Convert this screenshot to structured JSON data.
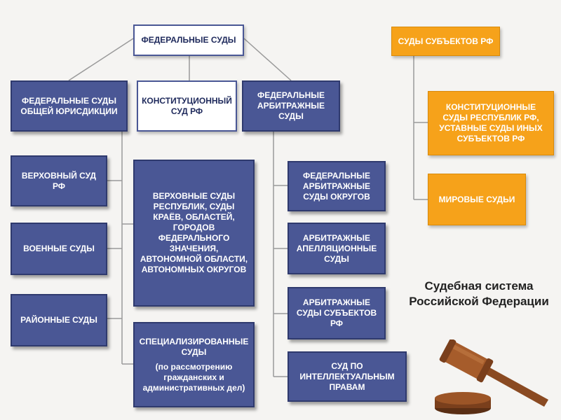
{
  "federal": {
    "title": "ФЕДЕРАЛЬНЫЕ СУДЫ",
    "general_jurisdiction": "ФЕДЕРАЛЬНЫЕ СУДЫ ОБЩЕЙ ЮРИСДИКЦИИ",
    "constitutional": "КОНСТИТУЦИОННЫЙ СУД РФ",
    "arbitration": "ФЕДЕРАЛЬНЫЕ АРБИТРАЖНЫЕ СУДЫ"
  },
  "general_courts": {
    "supreme": "ВЕРХОВНЫЙ СУД РФ",
    "military": "ВОЕННЫЕ СУДЫ",
    "district": "РАЙОННЫЕ СУДЫ",
    "regional": "ВЕРХОВНЫЕ СУДЫ РЕСПУБЛИК, СУДЫ КРАЁВ, ОБЛАСТЕЙ, ГОРОДОВ ФЕДЕРАЛЬНОГО ЗНАЧЕНИЯ, АВТОНОМНОЙ ОБЛАСТИ, АВТОНОМНЫХ ОКРУГОВ",
    "specialized_title": "СПЕЦИАЛИЗИРОВАННЫЕ СУДЫ",
    "specialized_note": "(по рассмотрению гражданских и административных дел)"
  },
  "arbitration_courts": {
    "districts": "ФЕДЕРАЛЬНЫЕ АРБИТРАЖНЫЕ СУДЫ ОКРУГОВ",
    "appeal": "АРБИТРАЖНЫЕ АПЕЛЛЯЦИОННЫЕ СУДЫ",
    "subjects": "АРБИТРАЖНЫЕ СУДЫ СУБЪЕКТОВ РФ",
    "ip": "СУД ПО ИНТЕЛЛЕКТУАЛЬНЫМ ПРАВАМ"
  },
  "subjects": {
    "title": "СУДЫ СУБЪЕКТОВ РФ",
    "constitutional": "КОНСТИТУЦИОННЫЕ СУДЫ РЕСПУБЛИК РФ, УСТАВНЫЕ СУДЫ ИНЫХ СУБЪЕКТОВ РФ",
    "magistrates": "МИРОВЫЕ СУДЬИ"
  },
  "caption": {
    "line1": "Судебная система",
    "line2": "Российской Федерации"
  },
  "icons": [
    "gavel-icon"
  ],
  "colors": {
    "federal": "#4a5795",
    "subjects": "#f6a21a"
  }
}
